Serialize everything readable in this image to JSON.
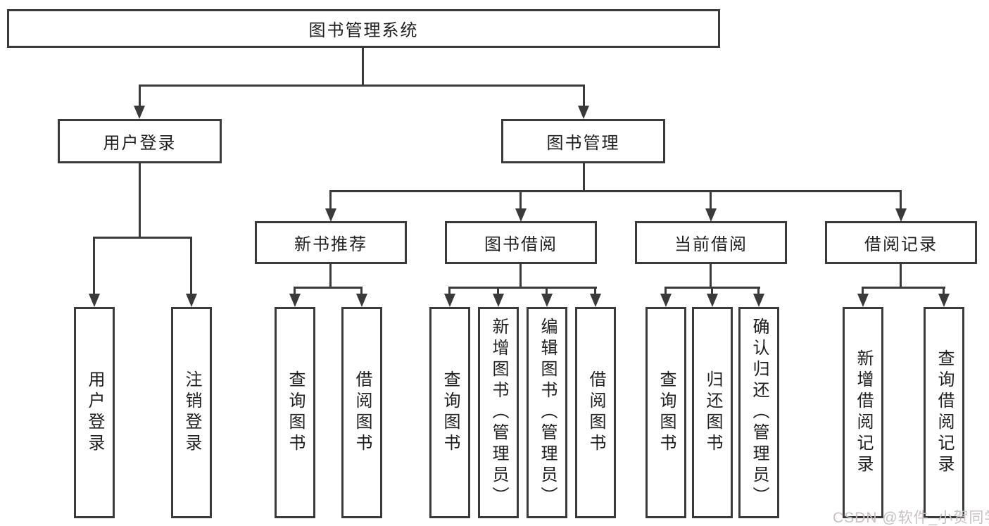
{
  "nodes": {
    "root": "图书管理系统",
    "user_login": "用户登录",
    "book_mgmt": "图书管理",
    "new_books": "新书推荐",
    "borrowing": "图书借阅",
    "current": "当前借阅",
    "records": "借阅记录"
  },
  "leaves": {
    "login": [
      "用户登录",
      "注销登录"
    ],
    "new_books": [
      "查询图书",
      "借阅图书"
    ],
    "borrowing": [
      "查询图书",
      "新增图书（管理员）",
      "编辑图书（管理员）",
      "借阅图书"
    ],
    "current": [
      "查询图书",
      "归还图书",
      "确认归还（管理员）"
    ],
    "records": [
      "新增借阅记录",
      "查询借阅记录"
    ]
  },
  "watermark": "CSDN @软件_小贺同学",
  "colors": {
    "line": "#3a3a3a",
    "text": "#1f1f1f",
    "background": "#ffffff",
    "watermark": "#c8c0c3"
  }
}
